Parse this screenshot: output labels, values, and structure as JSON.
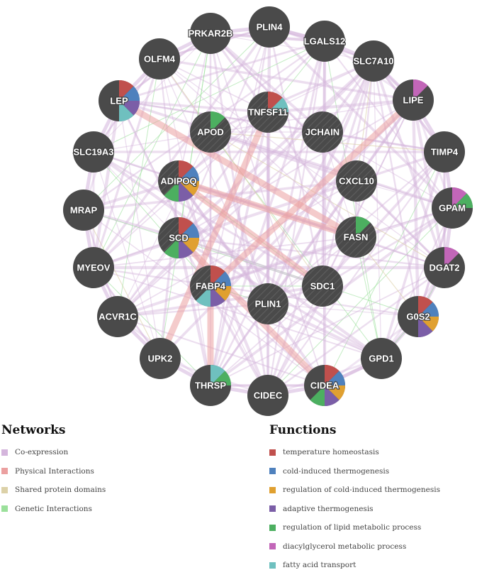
{
  "networks": {
    "title": "Networks",
    "items": [
      {
        "label": "Co-expression",
        "color": "#d4b5dc"
      },
      {
        "label": "Physical Interactions",
        "color": "#eba0a0"
      },
      {
        "label": "Shared protein domains",
        "color": "#dcd1a8"
      },
      {
        "label": "Genetic Interactions",
        "color": "#9be09b"
      }
    ]
  },
  "functions": {
    "title": "Functions",
    "items": [
      {
        "label": "temperature homeostasis",
        "color": "#c0504d"
      },
      {
        "label": "cold-induced thermogenesis",
        "color": "#4f81bd"
      },
      {
        "label": "regulation of cold-induced thermogenesis",
        "color": "#e0a030"
      },
      {
        "label": "adaptive thermogenesis",
        "color": "#7b5ea7"
      },
      {
        "label": "regulation of lipid metabolic process",
        "color": "#4caf60"
      },
      {
        "label": "diacylglycerol metabolic process",
        "color": "#c266b8"
      },
      {
        "label": "fatty acid transport",
        "color": "#6fc0bf"
      }
    ]
  },
  "network_graph": {
    "node_color": "#4a4a4a",
    "nodes": [
      {
        "id": "PLIN4",
        "query": false,
        "functions": []
      },
      {
        "id": "LGALS12",
        "query": false,
        "functions": []
      },
      {
        "id": "SLC7A10",
        "query": false,
        "functions": []
      },
      {
        "id": "LIPE",
        "query": false,
        "functions": [
          5
        ]
      },
      {
        "id": "TIMP4",
        "query": false,
        "functions": []
      },
      {
        "id": "GPAM",
        "query": false,
        "functions": [
          5,
          4
        ]
      },
      {
        "id": "DGAT2",
        "query": false,
        "functions": [
          5
        ]
      },
      {
        "id": "G0S2",
        "query": false,
        "functions": [
          0,
          1,
          2,
          3
        ]
      },
      {
        "id": "GPD1",
        "query": false,
        "functions": []
      },
      {
        "id": "CIDEA",
        "query": false,
        "functions": [
          0,
          1,
          2,
          3,
          4
        ]
      },
      {
        "id": "CIDEC",
        "query": false,
        "functions": []
      },
      {
        "id": "THRSP",
        "query": false,
        "functions": [
          6,
          4
        ]
      },
      {
        "id": "UPK2",
        "query": false,
        "functions": []
      },
      {
        "id": "ACVR1C",
        "query": false,
        "functions": []
      },
      {
        "id": "MYEOV",
        "query": false,
        "functions": []
      },
      {
        "id": "MRAP",
        "query": false,
        "functions": []
      },
      {
        "id": "SLC19A3",
        "query": false,
        "functions": []
      },
      {
        "id": "LEP",
        "query": false,
        "functions": [
          0,
          1,
          3,
          6
        ]
      },
      {
        "id": "OLFM4",
        "query": false,
        "functions": []
      },
      {
        "id": "PRKAR2B",
        "query": false,
        "functions": []
      },
      {
        "id": "TNFSF11",
        "query": true,
        "functions": [
          0,
          6
        ]
      },
      {
        "id": "APOD",
        "query": true,
        "functions": [
          4
        ]
      },
      {
        "id": "JCHAIN",
        "query": true,
        "functions": []
      },
      {
        "id": "CXCL10",
        "query": true,
        "functions": []
      },
      {
        "id": "ADIPOQ",
        "query": true,
        "functions": [
          0,
          1,
          2,
          3,
          4
        ]
      },
      {
        "id": "SCD",
        "query": true,
        "functions": [
          0,
          1,
          2,
          3,
          4
        ]
      },
      {
        "id": "FASN",
        "query": true,
        "functions": [
          4
        ]
      },
      {
        "id": "FABP4",
        "query": true,
        "functions": [
          0,
          1,
          2,
          3,
          6
        ]
      },
      {
        "id": "SDC1",
        "query": true,
        "functions": []
      },
      {
        "id": "PLIN1",
        "query": true,
        "functions": []
      }
    ],
    "physical_edges": [
      [
        "LEP",
        "FASN"
      ],
      [
        "ADIPOQ",
        "FASN"
      ],
      [
        "UPK2",
        "TNFSF11"
      ],
      [
        "THRSP",
        "FABP4"
      ],
      [
        "FABP4",
        "LIPE"
      ],
      [
        "SCD",
        "CIDEA"
      ],
      [
        "ADIPOQ",
        "SDC1"
      ]
    ]
  }
}
